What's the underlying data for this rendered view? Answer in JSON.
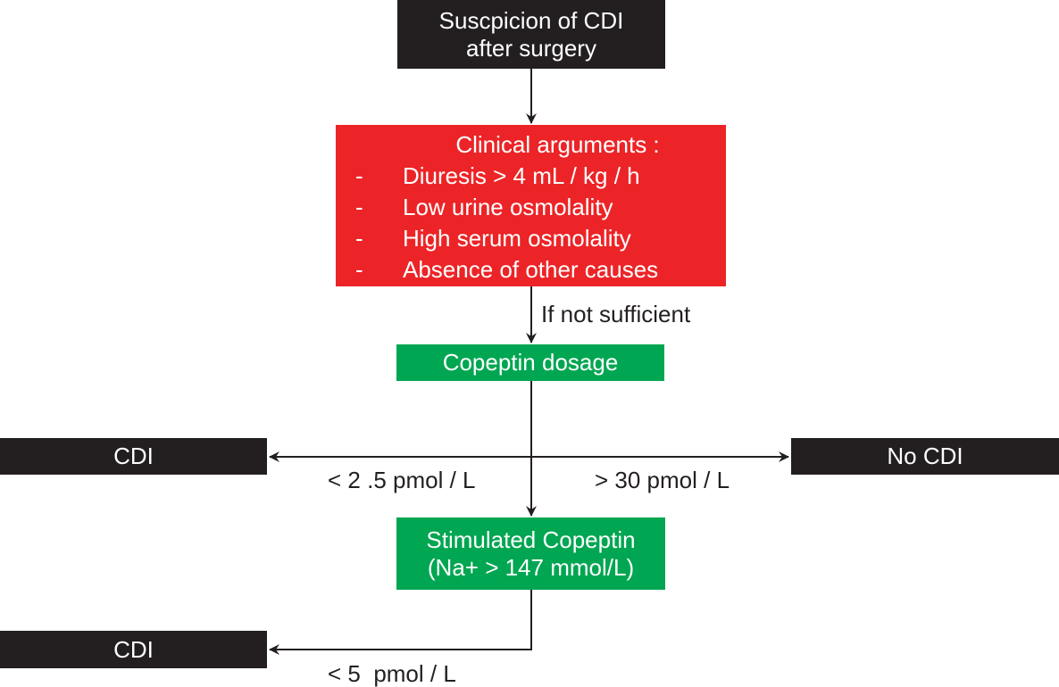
{
  "nodes": {
    "start": {
      "line1": "Suscpicion of CDI",
      "line2": "after surgery"
    },
    "clinical": {
      "title": "Clinical arguments :",
      "bullet": "-",
      "items": [
        "Diuresis > 4 mL / kg / h",
        "Low urine osmolality",
        "High serum osmolality",
        "Absence of other causes"
      ]
    },
    "copeptin": "Copeptin dosage",
    "cdi_left": "CDI",
    "no_cdi": "No CDI",
    "stimulated": {
      "line1": "Stimulated Copeptin",
      "line2": "(Na+ > 147 mmol/L)"
    },
    "cdi_bottom": "CDI"
  },
  "edges": {
    "if_not_sufficient": "If not sufficient",
    "lt_2_5": "< 2 .5 pmol / L",
    "gt_30": "> 30 pmol / L",
    "lt_5": "< 5  pmol / L"
  },
  "colors": {
    "black": "#231f20",
    "red": "#ec2427",
    "green": "#00a651"
  }
}
